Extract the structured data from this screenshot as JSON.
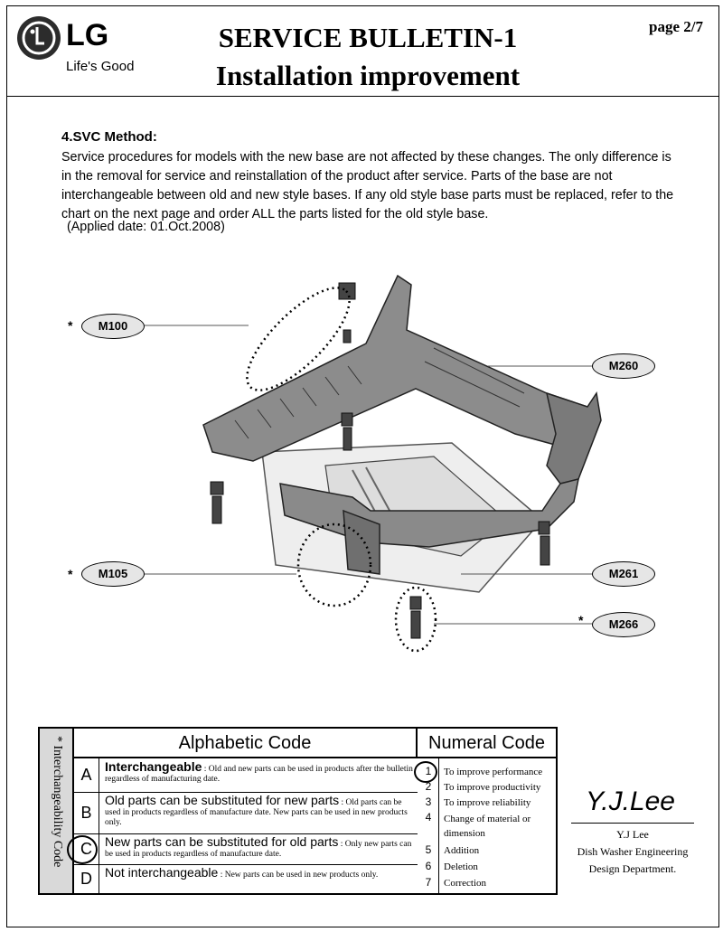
{
  "header": {
    "logo_text": "LG",
    "tagline": "Life's Good",
    "title_line1": "SERVICE BULLETIN-1",
    "title_line2": "Installation improvement",
    "page_label": "page 2/7"
  },
  "section": {
    "heading": "4.SVC Method:",
    "paragraph": "Service procedures for models with the new base are not affected by these changes.  The only difference is in the removal for service and reinstallation of the product after service.  Parts of the base are not interchangeable between old and new style bases.  If any old style base parts must be replaced, refer to the chart on the next page and order ALL the parts listed for the old style base.",
    "applied_date": "(Applied date: 01.Oct.2008)"
  },
  "diagram": {
    "callouts": [
      {
        "label": "M100",
        "starred": true
      },
      {
        "label": "M260",
        "starred": false
      },
      {
        "label": "M105",
        "starred": true
      },
      {
        "label": "M261",
        "starred": false
      },
      {
        "label": "M266",
        "starred": true
      }
    ],
    "star": "*"
  },
  "code_table": {
    "side_label": "* Interchangeability Code",
    "alpha_header": "Alphabetic Code",
    "numeral_header": "Numeral Code",
    "alpha_rows": [
      {
        "letter": "A",
        "title": "Interchangeable",
        "text": " : Old and new parts can be used in products after the bulletin regardless of manufacturing date."
      },
      {
        "letter": "B",
        "title": "Old parts can be substituted for new parts",
        "text": " : Old parts can be used in products regardless of manufacture date. New parts can be used in new products only."
      },
      {
        "letter": "C",
        "title": "New parts can be substituted for old parts",
        "text": " : Only new parts can be used in products regardless of manufacture date."
      },
      {
        "letter": "D",
        "title": "Not  interchangeable",
        "text": " : New parts can be used in new products only."
      }
    ],
    "numeral_rows": [
      {
        "num": "1",
        "text": "To improve performance"
      },
      {
        "num": "2",
        "text": "To improve productivity"
      },
      {
        "num": "3",
        "text": "To improve reliability"
      },
      {
        "num": "4",
        "text": "Change of material or dimension"
      },
      {
        "num": "5",
        "text": "Addition"
      },
      {
        "num": "6",
        "text": "Deletion"
      },
      {
        "num": "7",
        "text": "Correction"
      }
    ],
    "circled_alpha": "C",
    "circled_numeral": "1"
  },
  "signature": {
    "script": "Y.J.Lee",
    "name": "Y.J Lee",
    "department_line1": "Dish Washer Engineering",
    "department_line2": "Design Department."
  }
}
